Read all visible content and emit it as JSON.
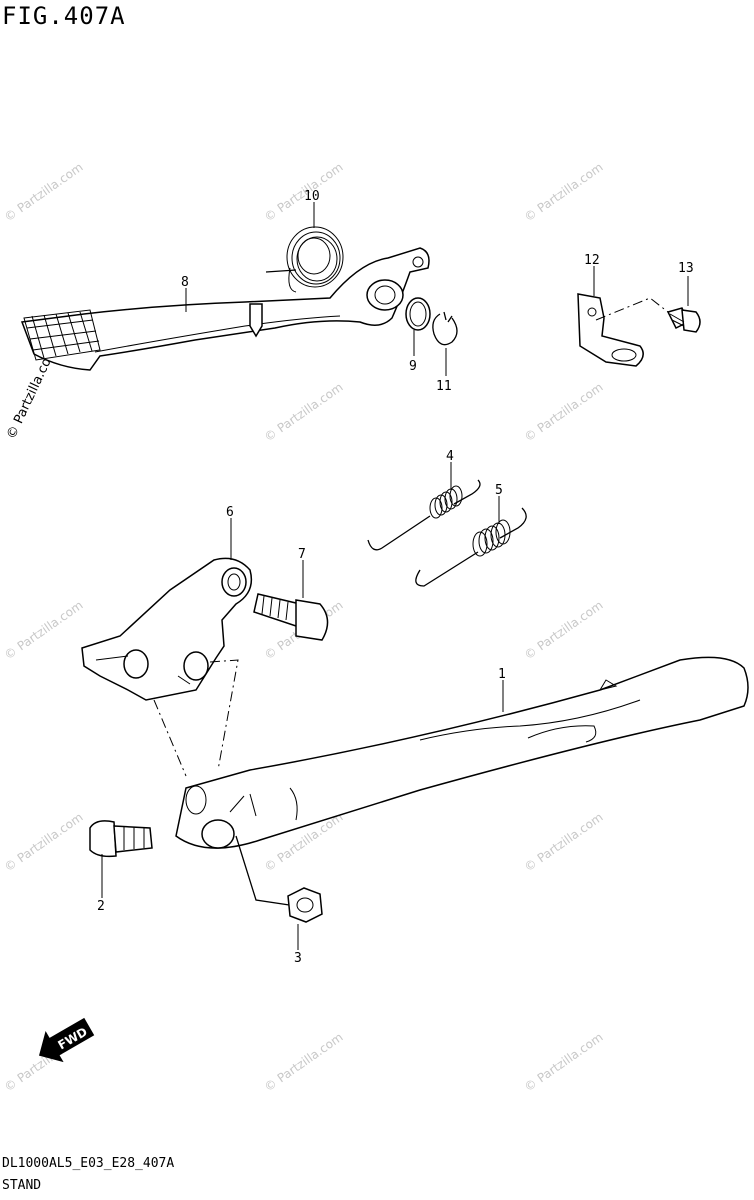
{
  "figure": {
    "title": "FIG.407A",
    "code": "DL1000AL5_E03_E28_407A",
    "name": "STAND"
  },
  "watermark": "© Partzilla.com",
  "fwd_label": "FWD",
  "callouts": [
    {
      "id": "c1",
      "text": "1"
    },
    {
      "id": "c2",
      "text": "2"
    },
    {
      "id": "c3",
      "text": "3"
    },
    {
      "id": "c4",
      "text": "4"
    },
    {
      "id": "c5",
      "text": "5"
    },
    {
      "id": "c6",
      "text": "6"
    },
    {
      "id": "c7",
      "text": "7"
    },
    {
      "id": "c8",
      "text": "8"
    },
    {
      "id": "c9",
      "text": "9"
    },
    {
      "id": "c10",
      "text": "10"
    },
    {
      "id": "c11",
      "text": "11"
    },
    {
      "id": "c12",
      "text": "12"
    },
    {
      "id": "c13",
      "text": "13"
    }
  ]
}
